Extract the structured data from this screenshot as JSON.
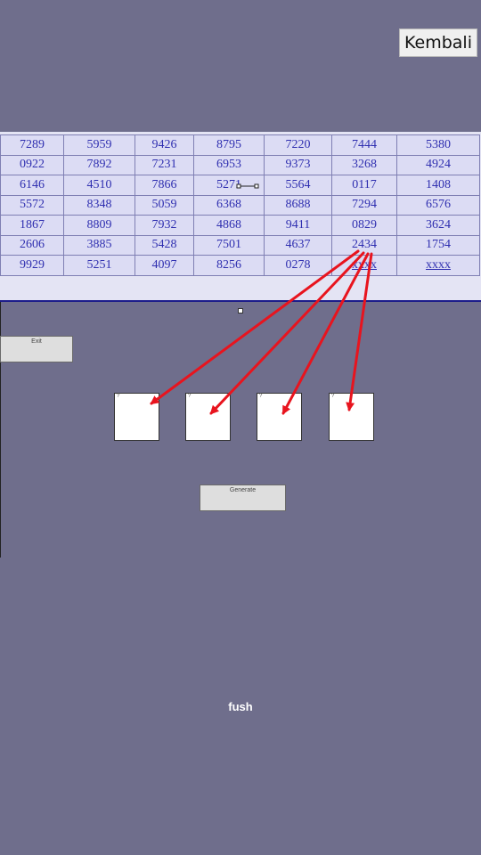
{
  "back_label": "Kembali",
  "table": {
    "rows": [
      [
        "7289",
        "5959",
        "9426",
        "8795",
        "7220",
        "7444",
        "5380"
      ],
      [
        "0922",
        "7892",
        "7231",
        "6953",
        "9373",
        "3268",
        "4924"
      ],
      [
        "6146",
        "4510",
        "7866",
        "5271",
        "5564",
        "0117",
        "1408"
      ],
      [
        "5572",
        "8348",
        "5059",
        "6368",
        "8688",
        "7294",
        "6576"
      ],
      [
        "1867",
        "8809",
        "7932",
        "4868",
        "9411",
        "0829",
        "3624"
      ],
      [
        "2606",
        "3885",
        "5428",
        "7501",
        "4637",
        "2434",
        "1754"
      ],
      [
        "9929",
        "5251",
        "4097",
        "8256",
        "0278",
        "xxxx",
        "xxxx"
      ]
    ]
  },
  "exit_label": "Exit",
  "slots": [
    "?",
    "?",
    "?",
    "?"
  ],
  "generate_label": "Generate",
  "footer_text": "fush",
  "annotation_color": "#e8141e",
  "background_color": "#6f6e8c"
}
